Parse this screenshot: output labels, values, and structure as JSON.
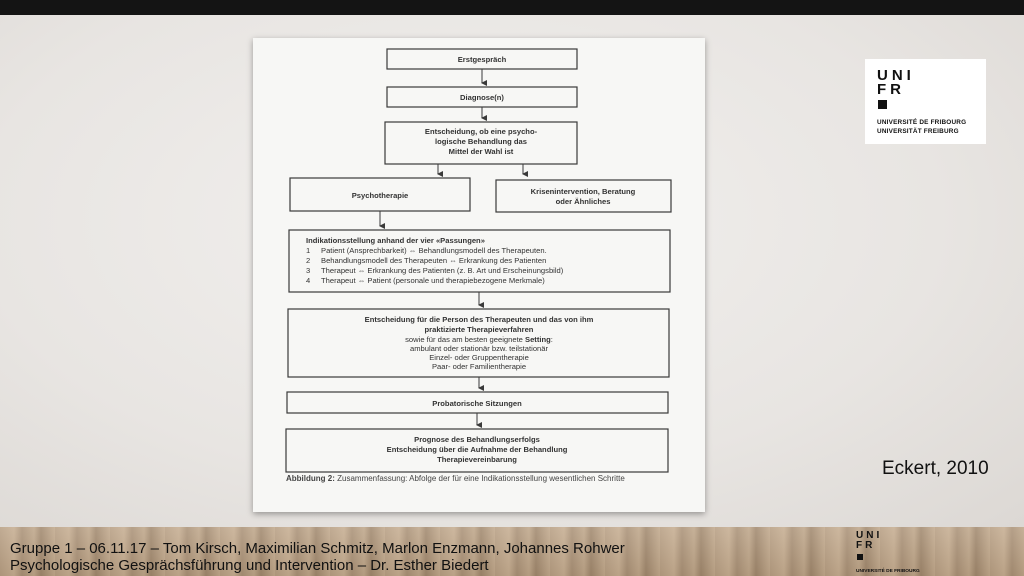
{
  "flowchart": {
    "box1": "Erstgespräch",
    "box2": "Diagnose(n)",
    "box3": [
      "Entscheidung, ob eine psycho-",
      "logische Behandlung das",
      "Mittel der Wahl ist"
    ],
    "box4": "Psychotherapie",
    "box5": [
      "Kriseninter­vention, Beratung",
      "oder Ähnliches"
    ],
    "box6_title": "Indikationsstellung anhand der vier «Passungen»",
    "box6_items": [
      {
        "num": "1",
        "text": "Patient (Ansprechbarkeit) ⇔ Behandlungsmodell des Therapeuten."
      },
      {
        "num": "2",
        "text": "Behandlungsmodell des Therapeuten ⇔ Erkrankung des Patienten"
      },
      {
        "num": "3",
        "text": "Therapeut ⇔ Erkrankung des Patienten (z. B. Art und Erscheinungsbild)"
      },
      {
        "num": "4",
        "text": "Therapeut ⇔ Patient (personale und therapiebezogene Merkmale)"
      }
    ],
    "box7_bold": [
      "Entscheidung für die Person des Therapeuten und das von ihm",
      "praktizierte Therapieverfahren"
    ],
    "box7_setting_pre": "sowie für das am besten geeignete ",
    "box7_setting_bold": "Setting",
    "box7_setting_post": ":",
    "box7_lines": [
      "ambulant oder stationär bzw. teilstationär",
      "Einzel- oder Gruppentherapie",
      "Paar- oder Familientherapie"
    ],
    "box8": "Probatorische Sitzungen",
    "box9": [
      "Prognose des Behandlungserfolgs",
      "Entscheidung über die Aufnahme der Behandlung",
      "Therapievereinbarung"
    ],
    "caption_label": "Abbildung 2:",
    "caption_text": " Zusammenfassung: Abfolge der für eine Indikationsstellung wesentlichen Schritte"
  },
  "logo": {
    "mark_line1": "UNI",
    "mark_line2": "FR",
    "line1": "UNIVERSITÉ DE FRIBOURG",
    "line2": "UNIVERSITÄT FREIBURG"
  },
  "reference": "Eckert, 2010",
  "footer": {
    "line1": "Gruppe 1 – 06.11.17 – Tom Kirsch, Maximilian Schmitz, Marlon Enzmann, Johannes Rohwer",
    "line2": "Psychologische Gesprächsführung und Intervention – Dr. Esther Biedert"
  },
  "mini_logo": {
    "mark_line1": "UNI",
    "mark_line2": "FR",
    "line1": "UNIVERSITÉ DE FRIBOURG"
  }
}
